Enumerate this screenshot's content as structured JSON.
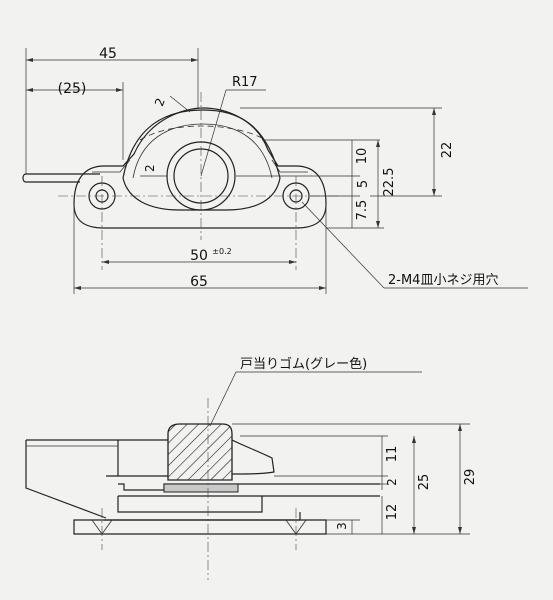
{
  "top_view": {
    "dims": {
      "overall_width": "45",
      "ref_width": "(25)",
      "radius": "R17",
      "gap_top": "2",
      "gap_side": "2",
      "h10": "10",
      "h5": "5",
      "h7_5": "7.5",
      "h22_5": "22.5",
      "h22": "22",
      "pitch": "50",
      "tolerance": "±0.2",
      "base_width": "65"
    },
    "callout": "2-M4皿小ネジ用穴"
  },
  "side_view": {
    "callout": "戸当りゴム(グレー色)",
    "dims": {
      "h11": "11",
      "h2": "2",
      "h12": "12",
      "h3": "3",
      "h25": "25",
      "h29": "29"
    }
  }
}
